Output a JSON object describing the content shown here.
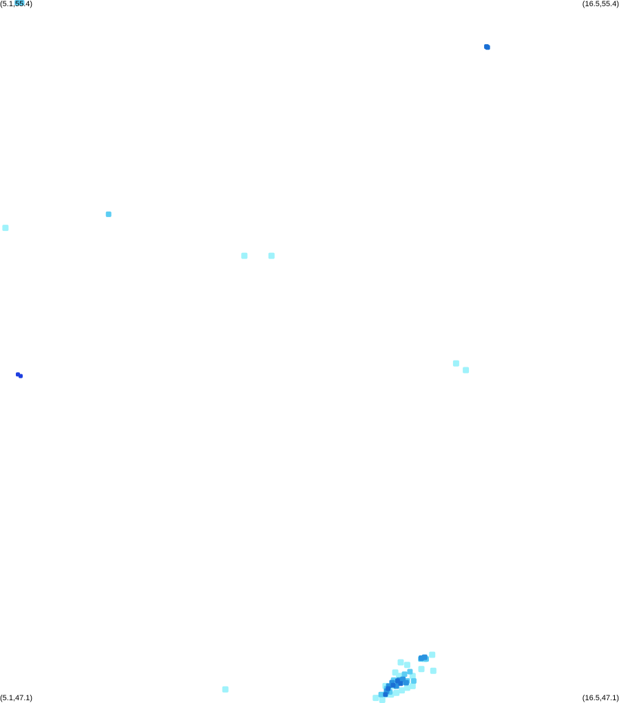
{
  "map": {
    "corner_labels": {
      "top_left": "(5.1,55.4)",
      "top_right": "(16.5,55.4)",
      "bottom_left": "(5.1,47.1)",
      "bottom_right": "(16.5,47.1)"
    },
    "bounds": {
      "lon_min": 5.1,
      "lon_max": 16.5,
      "lat_min": 47.1,
      "lat_max": 55.4
    },
    "palette": {
      "light": "#9ff2fb",
      "medium": "#5ccdf3",
      "strong": "#2a93e0",
      "deep": "#1a6fd4",
      "darkest": "#1e3fe0"
    },
    "cells": [
      {
        "lon": 5.42,
        "lat": 55.38,
        "level": "medium"
      },
      {
        "lon": 5.5,
        "lat": 55.38,
        "level": "medium"
      },
      {
        "lon": 14.06,
        "lat": 54.85,
        "level": "deep"
      },
      {
        "lon": 14.08,
        "lat": 54.84,
        "level": "deep"
      },
      {
        "lon": 7.1,
        "lat": 52.87,
        "level": "medium"
      },
      {
        "lon": 5.2,
        "lat": 52.71,
        "level": "light"
      },
      {
        "lon": 9.6,
        "lat": 52.38,
        "level": "light"
      },
      {
        "lon": 10.1,
        "lat": 52.38,
        "level": "light"
      },
      {
        "lon": 13.5,
        "lat": 51.11,
        "level": "light"
      },
      {
        "lon": 13.68,
        "lat": 51.03,
        "level": "light"
      },
      {
        "lon": 5.43,
        "lat": 50.98,
        "level": "darkest"
      },
      {
        "lon": 5.48,
        "lat": 50.96,
        "level": "darkest"
      },
      {
        "lon": 9.25,
        "lat": 47.26,
        "level": "light"
      },
      {
        "lon": 13.06,
        "lat": 47.67,
        "level": "light"
      },
      {
        "lon": 12.92,
        "lat": 47.62,
        "level": "light"
      },
      {
        "lon": 12.48,
        "lat": 47.58,
        "level": "light"
      },
      {
        "lon": 12.6,
        "lat": 47.55,
        "level": "light"
      },
      {
        "lon": 13.08,
        "lat": 47.48,
        "level": "light"
      },
      {
        "lon": 12.86,
        "lat": 47.5,
        "level": "light"
      },
      {
        "lon": 12.38,
        "lat": 47.46,
        "level": "light"
      },
      {
        "lon": 12.45,
        "lat": 47.42,
        "level": "light"
      },
      {
        "lon": 12.7,
        "lat": 47.42,
        "level": "light"
      },
      {
        "lon": 12.55,
        "lat": 47.35,
        "level": "light"
      },
      {
        "lon": 12.2,
        "lat": 47.3,
        "level": "light"
      },
      {
        "lon": 12.7,
        "lat": 47.3,
        "level": "light"
      },
      {
        "lon": 12.02,
        "lat": 47.16,
        "level": "light"
      },
      {
        "lon": 12.14,
        "lat": 47.13,
        "level": "light"
      },
      {
        "lon": 12.3,
        "lat": 47.2,
        "level": "light"
      },
      {
        "lon": 12.2,
        "lat": 47.2,
        "level": "light"
      },
      {
        "lon": 12.4,
        "lat": 47.22,
        "level": "light"
      },
      {
        "lon": 12.5,
        "lat": 47.25,
        "level": "light"
      },
      {
        "lon": 12.6,
        "lat": 47.28,
        "level": "light"
      },
      {
        "lon": 12.35,
        "lat": 47.3,
        "level": "light"
      },
      {
        "lon": 12.85,
        "lat": 47.62,
        "level": "medium"
      },
      {
        "lon": 12.95,
        "lat": 47.62,
        "level": "medium"
      },
      {
        "lon": 12.65,
        "lat": 47.47,
        "level": "medium"
      },
      {
        "lon": 12.55,
        "lat": 47.44,
        "level": "medium"
      },
      {
        "lon": 12.35,
        "lat": 47.37,
        "level": "medium"
      },
      {
        "lon": 12.6,
        "lat": 47.36,
        "level": "medium"
      },
      {
        "lon": 12.72,
        "lat": 47.36,
        "level": "medium"
      },
      {
        "lon": 12.22,
        "lat": 47.27,
        "level": "medium"
      },
      {
        "lon": 12.12,
        "lat": 47.2,
        "level": "medium"
      },
      {
        "lon": 12.28,
        "lat": 47.23,
        "level": "medium"
      },
      {
        "lon": 12.86,
        "lat": 47.63,
        "level": "strong"
      },
      {
        "lon": 12.92,
        "lat": 47.64,
        "level": "strong"
      },
      {
        "lon": 12.45,
        "lat": 47.37,
        "level": "strong"
      },
      {
        "lon": 12.52,
        "lat": 47.38,
        "level": "strong"
      },
      {
        "lon": 12.58,
        "lat": 47.34,
        "level": "strong"
      },
      {
        "lon": 12.4,
        "lat": 47.3,
        "level": "strong"
      },
      {
        "lon": 12.32,
        "lat": 47.34,
        "level": "strong"
      },
      {
        "lon": 12.26,
        "lat": 47.3,
        "level": "strong"
      },
      {
        "lon": 12.22,
        "lat": 47.24,
        "level": "strong"
      },
      {
        "lon": 12.48,
        "lat": 47.33,
        "level": "deep"
      },
      {
        "lon": 12.42,
        "lat": 47.36,
        "level": "deep"
      },
      {
        "lon": 12.34,
        "lat": 47.31,
        "level": "deep"
      },
      {
        "lon": 12.25,
        "lat": 47.27,
        "level": "deep"
      },
      {
        "lon": 12.2,
        "lat": 47.2,
        "level": "deep"
      }
    ]
  }
}
